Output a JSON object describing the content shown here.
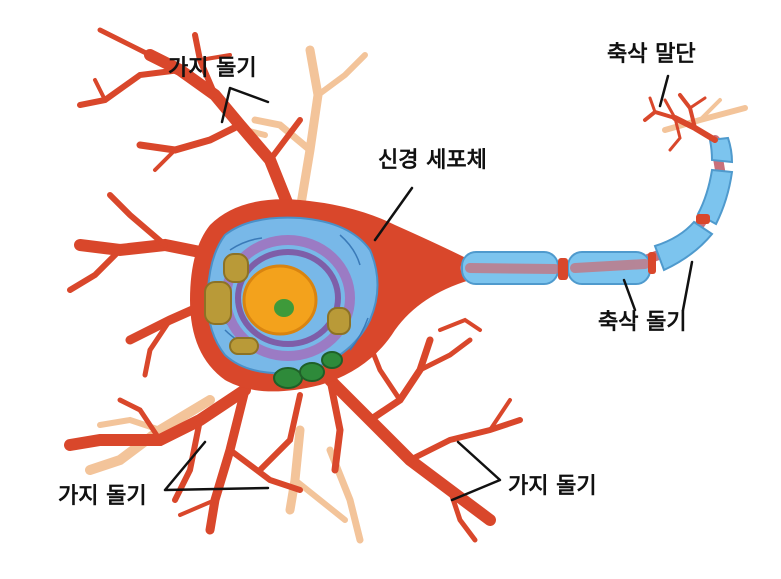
{
  "colors": {
    "neuron_red": "#D9472B",
    "neuron_red_dark": "#B8361F",
    "dendrite_pale": "#F3C49A",
    "cytoplasm_blue": "#78B8E8",
    "golgi_purple": "#9B7BC4",
    "nucleus_orange": "#F3A21C",
    "nucleolus_green": "#3E9A3A",
    "mitochondria_olive": "#B99A38",
    "myelin_blue": "#7CC4EE",
    "axon_pink": "#C9707A",
    "line_black": "#111111"
  },
  "labels": {
    "dendrite_top": "가지 돌기",
    "axon_terminal": "축삭 말단",
    "cell_body": "신경 세포체",
    "axon": "축삭 돌기",
    "dendrite_bottom_left": "가지 돌기",
    "dendrite_bottom_right": "가지 돌기"
  }
}
